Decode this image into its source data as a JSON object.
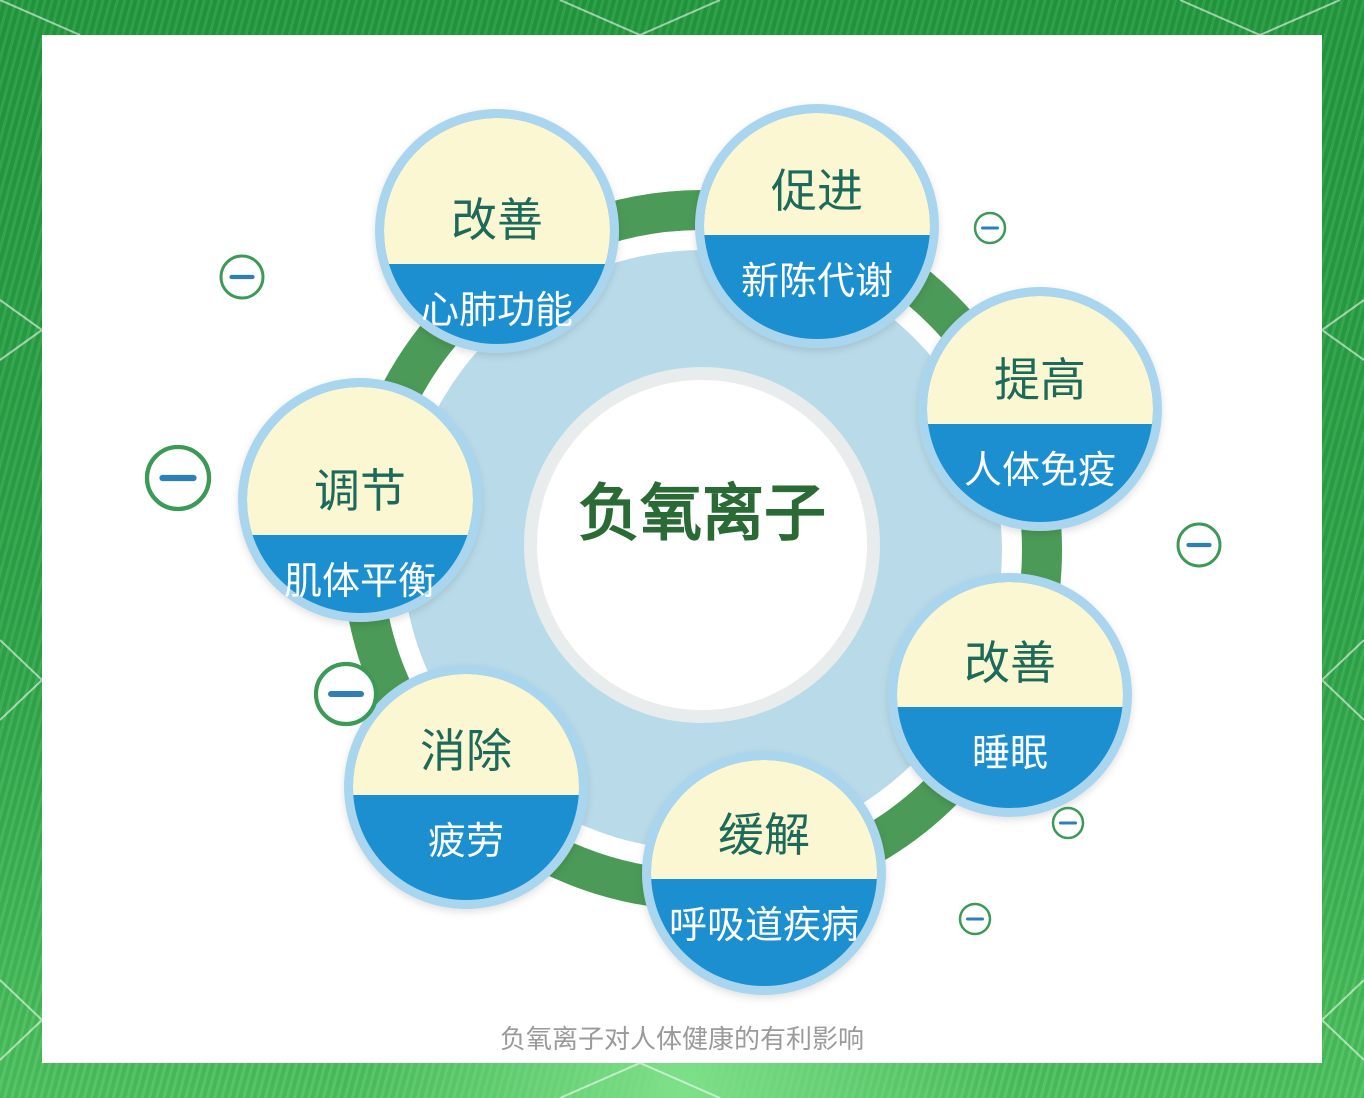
{
  "center": {
    "label": "负氧离子"
  },
  "bubbles": [
    {
      "top": "改善",
      "bottom": "心肺功能"
    },
    {
      "top": "促进",
      "bottom": "新陈代谢"
    },
    {
      "top": "提高",
      "bottom": "人体免疫"
    },
    {
      "top": "改善",
      "bottom": "睡眠"
    },
    {
      "top": "缓解",
      "bottom": "呼吸道疾病"
    },
    {
      "top": "消除",
      "bottom": "疲劳"
    },
    {
      "top": "调节",
      "bottom": "肌体平衡"
    }
  ],
  "caption": "负氧离子对人体健康的有利影响",
  "colors": {
    "ring_green": "#4c9a57",
    "ring_fill": "#b9dbe9",
    "bubble_cream": "#fbf7d3",
    "bubble_blue": "#1b8fd0",
    "bubble_border": "#a9d6ee",
    "minus_green": "#3a9a56"
  },
  "icons": [
    "minus-ion-icon"
  ]
}
